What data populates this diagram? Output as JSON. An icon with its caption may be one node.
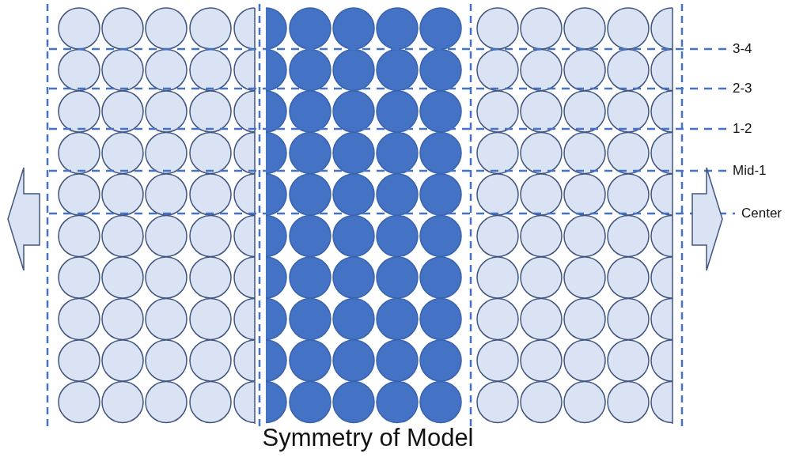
{
  "diagram": {
    "title": "Symmetry of Model",
    "labels": [
      "3-4",
      "2-3",
      "1-2",
      "Mid-1",
      "Center"
    ]
  }
}
